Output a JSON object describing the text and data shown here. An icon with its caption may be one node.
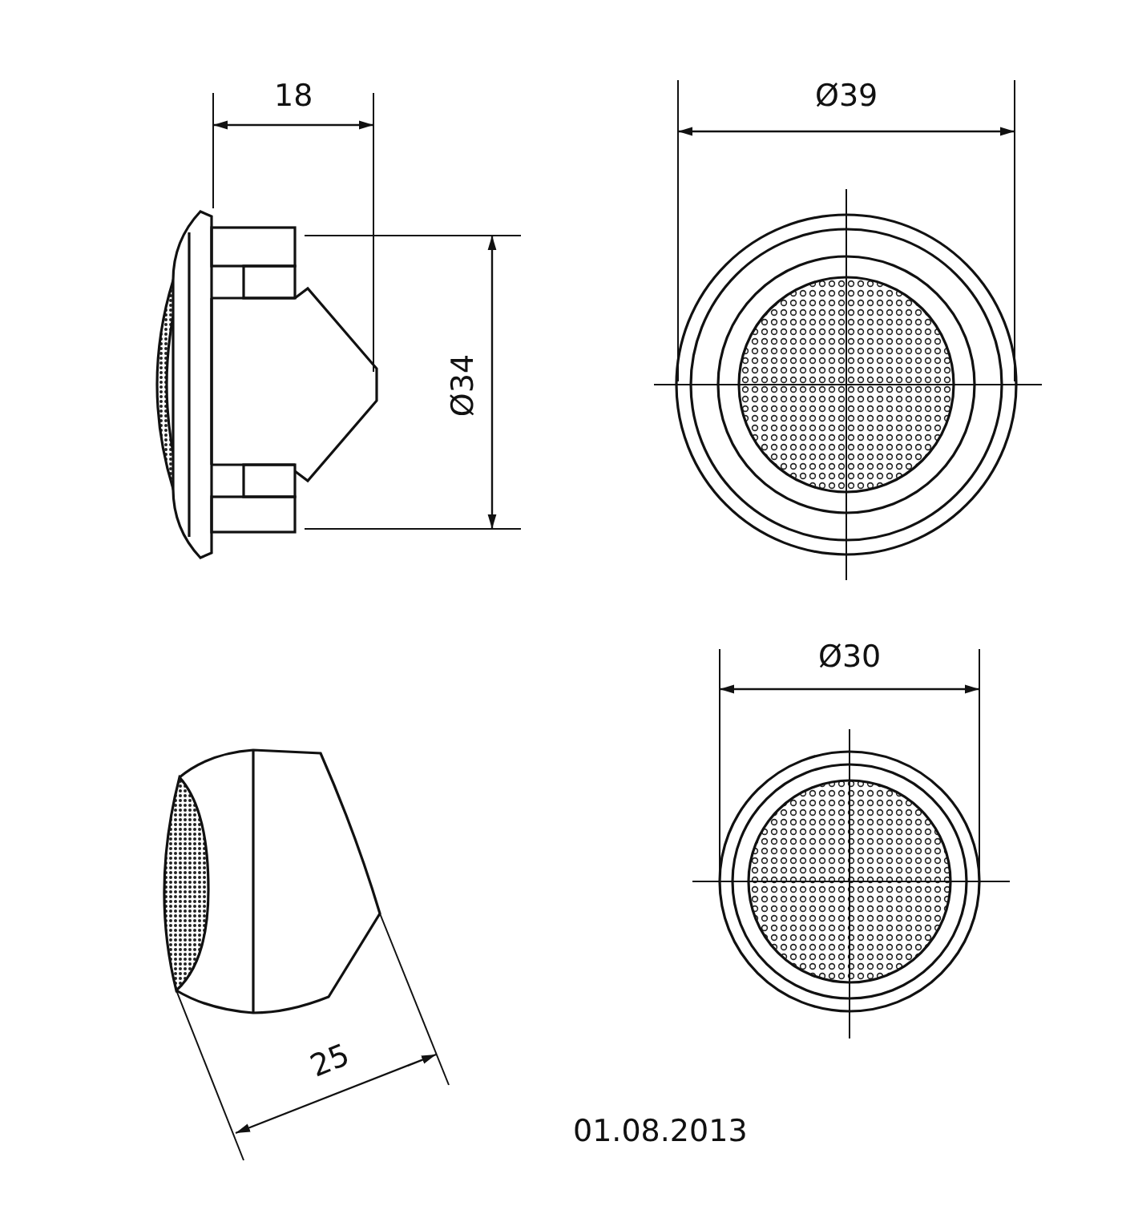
{
  "diagram": {
    "labels": [
      "18",
      "Ø39",
      "Ø34",
      "Ø30",
      "25",
      "01.08.2013"
    ]
  }
}
